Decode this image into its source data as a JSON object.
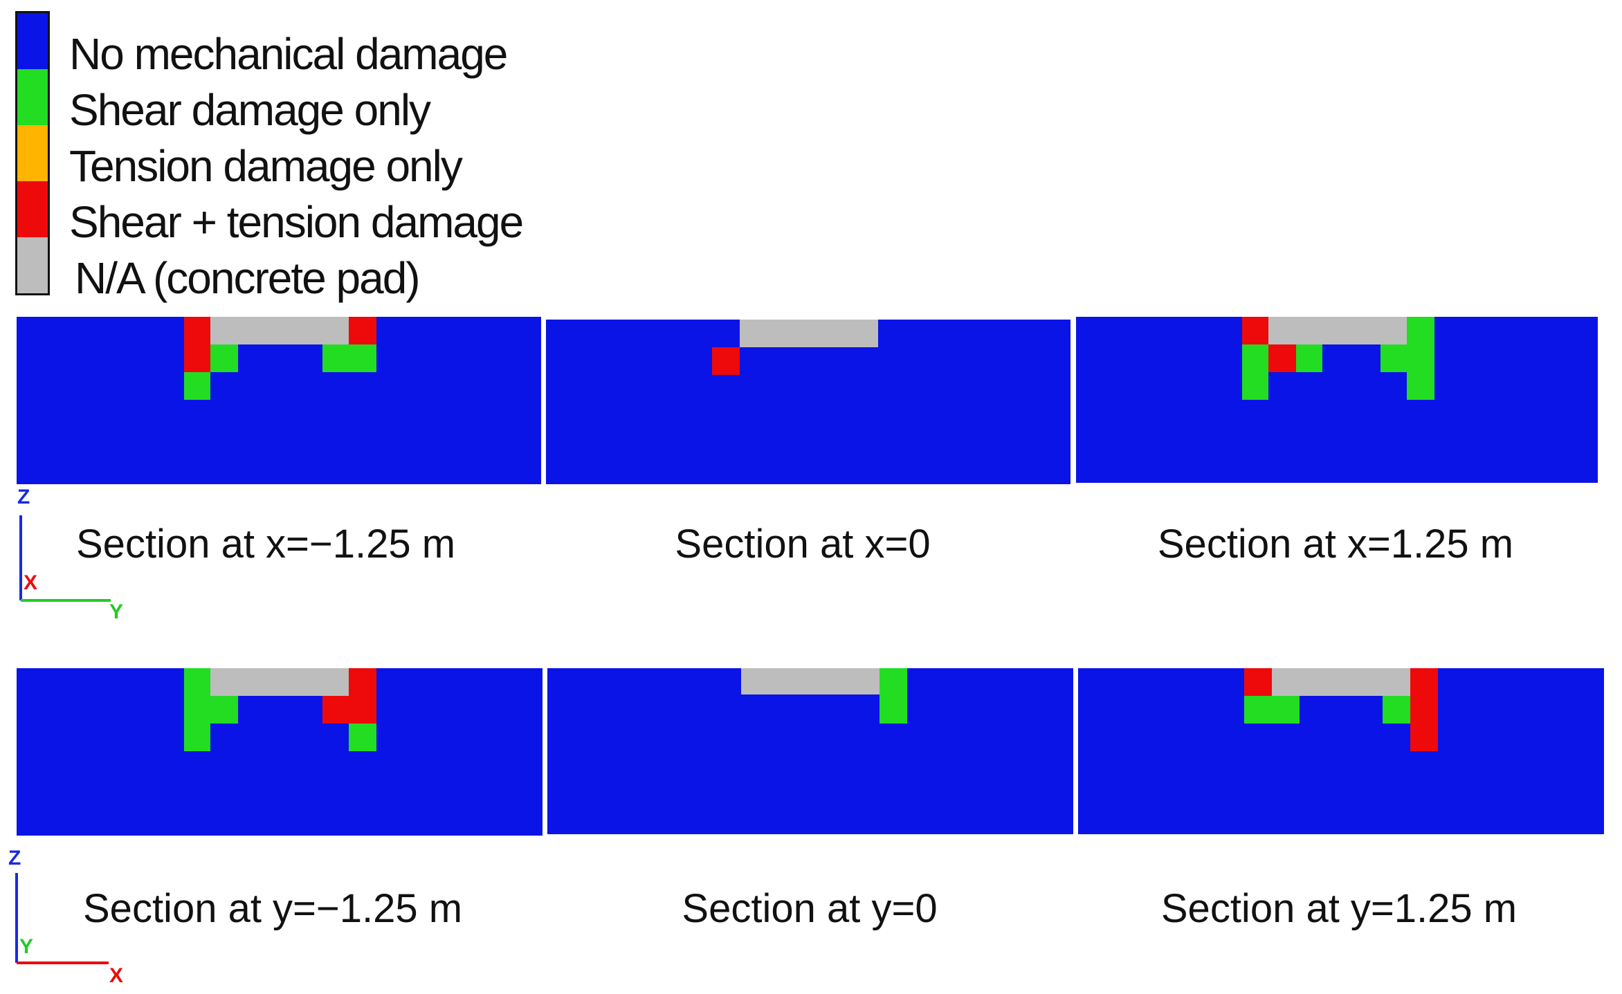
{
  "legend": {
    "items": [
      {
        "label": "No mechanical damage",
        "color": "#0a14e6"
      },
      {
        "label": "Shear damage only",
        "color": "#22dd22"
      },
      {
        "label": "Tension damage only",
        "color": "#ffb400"
      },
      {
        "label": "Shear + tension damage",
        "color": "#ee0a0a"
      },
      {
        "label": "N/A (concrete pad)",
        "color": "#bdbdbd"
      }
    ]
  },
  "sections": [
    {
      "caption": "Section at x=−1.25 m"
    },
    {
      "caption": "Section at x=0"
    },
    {
      "caption": "Section at x=1.25 m"
    },
    {
      "caption": "Section at y=−1.25 m"
    },
    {
      "caption": "Section at y=0"
    },
    {
      "caption": "Section at y=1.25 m"
    }
  ],
  "triads": [
    {
      "vertical": "Z",
      "depth": "X",
      "horizontal": "Y",
      "depth_color": "#ee0a0a",
      "horizontal_color": "#22cc22"
    },
    {
      "vertical": "Z",
      "depth": "Y",
      "horizontal": "X",
      "depth_color": "#22cc22",
      "horizontal_color": "#ee0a0a"
    }
  ]
}
